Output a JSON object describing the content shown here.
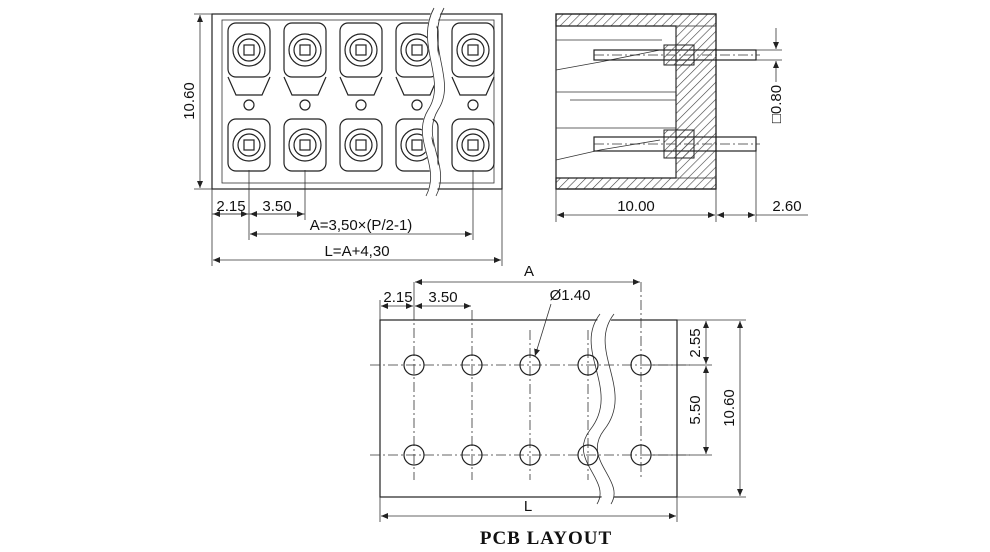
{
  "front_view": {
    "height_label": "10.60",
    "dim_edge": "2.15",
    "dim_pitch": "3.50",
    "dim_a": "A=3,50×(P/2-1)",
    "dim_l": "L=A+4,30"
  },
  "side_view": {
    "depth_label": "10.00",
    "pin_length_label": "2.60",
    "pin_size_label": "□0.80"
  },
  "pcb_layout": {
    "title": "PCB LAYOUT",
    "dim_a": "A",
    "dim_edge": "2.15",
    "dim_pitch": "3.50",
    "hole_label": "Ø1.40",
    "dim_top_offset": "2.55",
    "dim_row_spacing": "5.50",
    "dim_height": "10.60",
    "dim_l": "L"
  },
  "colors": {
    "line": "#222222",
    "background": "#ffffff"
  }
}
